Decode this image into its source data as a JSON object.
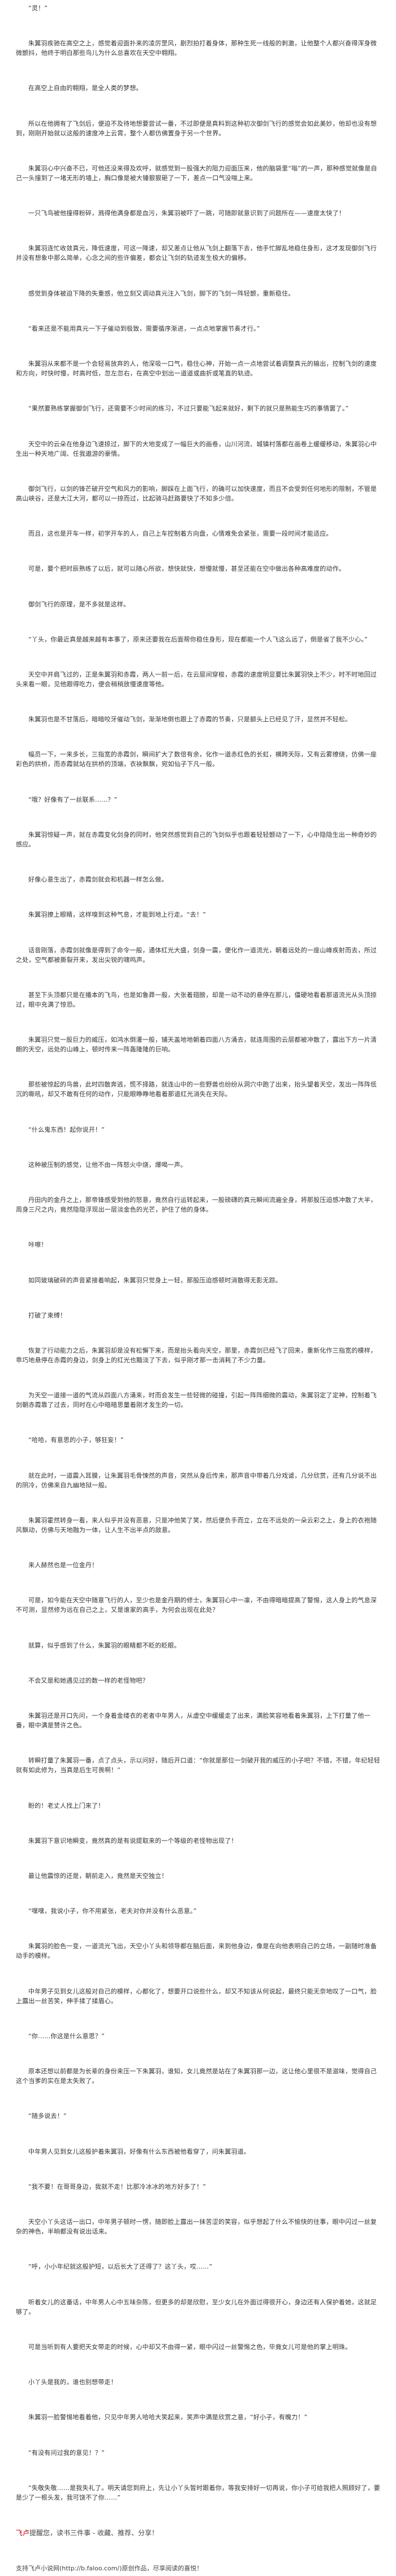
{
  "article": {
    "paragraphs": [
      "“灵！”",
      "朱翼羽疾驰在高空之上，感觉着迎面扑来的凌厉罡风，剧烈拍打着身体，那种生死一线般的刺激，让他整个人都兴奋得浑身微微颤抖，他终于明白那些鸟儿为什么总喜欢在天空中翱翔。",
      "在高空上自由的翱翔，是全人类的梦想。",
      "所以在他拥有了飞剑后，便迫不及待地想要尝试一番，不过即便是真料到这种初次御剑飞行的感觉会如此美妙，他却也没有想到，刚刚开始就以这般的速度冲上云霄，整个人都仿佛置身于另一个世界。",
      "朱翼羽心中兴奋不已，可他还没来得及欢呼，就感觉到一股强大的阻力迎面压来，他的脑袋里“嗡”的一声，那种感觉就像是自己一头撞到了一堵无形的墙上，胸口像是被大锤狠狠砸了一下，差点一口气没喘上来。",
      "一只飞鸟被他撞得粉碎，溅得他满身都是血污，朱翼羽被吓了一跳，可随即就意识到了问题所在——速度太快了！",
      "朱翼羽连忙收敛真元，降低速度，可这一降速，却又差点让他从飞剑上翻落下去，他手忙脚乱地稳住身形，这才发现御剑飞行并没有想象中那么简单，心念之间的些许偏差，都会让飞剑的轨迹发生极大的偏移。",
      "感觉到身体被迫下降的失重感，他立刻又调动真元注入飞剑，脚下的飞剑一阵轻颤，重新稳住。",
      "“看来还是不能用真元一下子催动到极致，需要循序渐进，一点点地掌握节奏才行。”",
      "朱翼羽从来都不是一个会轻易放弃的人，他深吸一口气，稳住心神，开始一点一点地尝试着调整真元的输出，控制飞剑的速度和方向，时快时慢，时高时低，忽左忽右，在高空中划出一道道或曲折或笔直的轨迹。",
      "“果然要熟练掌握御剑飞行，还需要不少时间的练习，不过只要能飞起来就好，剩下的就只是熟能生巧的事情罢了。”",
      "天空中的云朵在他身边飞速掠过，脚下的大地变成了一幅巨大的画卷，山川河流、城镇村落都在画卷上缓缓移动，朱翼羽心中生出一种天地广阔、任我遨游的豪情。",
      "御剑飞行，以剑的锋芒破开空气和风力的影响，脚踩在上面飞行，的确可以加快速度，而且不会受到任何地形的限制，不管是高山峡谷，还是大江大河，都可以一掠而过，比起骑马赶路要快了不知多少倍。",
      "而且，这也是开车一样，初学开车的人，自己上车控制着方向盘，心情难免会紧张，需要一段时间才能适应。",
      "可是，要个把时辰熟练了以后，就可以随心所欲，想快就快，想慢就慢，甚至还能在空中做出各种高难度的动作。",
      "御剑飞行的原理，是不多就是这样。",
      "“丫头，你最近真是越来越有本事了，原来还要我在后面帮你稳住身形，现在都能一个人飞这么远了，倒是省了我不少心。”",
      "天空中并肩飞过的，正是朱翼羽和赤霞，两人一前一后，在云层间穿梭，赤霞的速度明显要比朱翼羽快上不少，时不时地回过头来看一眼，见他跟得吃力，便会稍稍放慢速度等他。",
      "朱翼羽也是不甘落后，暗暗咬牙催动飞剑，渐渐地倒也跟上了赤霞的节奏，只是额头上已经见了汗，显然并不轻松。",
      "幅员一下，一来多长，三指宽的赤霞剑，瞬间扩大了数倍有余，化作一道赤红色的长虹，横跨天际，又有云雾缭绕，仿佛一座彩色的拱桥，而赤霞就站在拱桥的顶端，衣袂飘飘，宛如仙子下凡一般。",
      "“哦？好像有了一丝联系……？”",
      "朱翼羽惊疑一声，就在赤霞变化剑身的同时，他突然感觉到自己的飞剑似乎也跟着轻轻颤动了一下，心中隐隐生出一种奇妙的感应。",
      "好像心意生出了，赤霞剑就会和机器一样怎么做。",
      "朱翼羽撩上眼睛，这样嗅到这种气息，才能到地上行走。“去！”",
      "话音刚落，赤霞剑就像是得到了命令一般，通体红光大盛，剑身一震，便化作一道流光，朝着远处的一座山峰疾射而去，所过之处，空气都被撕裂开来，发出尖锐的啸鸣声。",
      "甚至下头顶都只是在播本的飞鸟，也是如鲁莽一般，大张着翅膀，却是一动不动的悬停在那儿，僵硬地看着那道流光从头顶掠过，眼中充满了惊恐。",
      "朱翼羽只觉一股巨力的威压，如鸿水倒灌一般，铺天盖地地朝着四面八方涌去，就连周围的云层都被冲散了，露出下方一片清朗的天空，远处的山峰上，顿时传来一阵轰隆隆的巨响。",
      "那些被惊起的鸟兽，此时四散奔逃，慌不择路，就连山中的一些野兽也纷纷从洞穴中跑了出来，抬头望着天空，发出一阵阵低沉的嘶吼，却又不敢有任何的动作，只能眼睁睁地看着那道红光消失在天际。",
      "“什么鬼东西！起你说开！”",
      "这种被压制的感觉，让他不由一阵怒火中烧，爆喝一声。",
      "丹田内的金丹之上，那帝锋感受到他的怒意，竟然自行运转起来，一股磅礴的真元瞬间流遍全身，将那股压迫感冲散了大半，周身三尺之内，竟然隐隐浮现出一层淡金色的光芒，护住了他的身体。",
      "咔嚓！",
      "如同玻璃破碎的声音紧接着响起，朱翼羽只觉身上一轻，那股压迫感顿时消散得无影无踪。",
      "打破了束缚！",
      "恢复了行动能力之后，朱翼羽却是没有松懈下来，而是抬头看向天空，那里，赤霞剑已经飞了回来，重新化作三指宽的模样，乖巧地悬停在赤霞的身边，剑身上的红光也黯淡了下去，似乎刚才那一击消耗了不少力量。",
      "为天空一道接一道的气流从四面八方涌来，时而会发生一些轻微的碰撞，引起一阵阵细微的震动，朱翼羽定了定神，控制着飞剑朝赤霞靠了过去，同时在心中暗暗思量着刚才发生的一切。",
      "“哈哈，有意思的小子，够狂妄！”",
      "就在此时，一道震入耳膜，让朱翼羽毛骨悚然的声音，突然从身后传来，那声音中带着几分戏谑，几分欣赏，还有几分说不出的阴冷，仿佛来自九幽地狱一般。",
      "朱翼羽霍然转身一看，来人似乎并没有恶意，只是冲他笑了笑，然后便负手而立，立在不远处的一朵云彩之上，身上的衣袍随风飘动，仿佛与天地融为一体，让人生不出半点的敌意。",
      "来人赫然也是一位金丹！",
      "可是，如今能在天空中随意飞行的人，至少也是金丹期的修士，朱翼羽心中一凛，不由得暗暗提高了警惕，这人身上的气息深不可测，显然修为远在自己之上，又是谁家的高手，为何会出现在此处？",
      "就算，似乎感到了什么，朱翼羽的眼睛都不眨的眨眼。",
      "不会又是和她遇见过的数一样的老怪物吧？",
      "朱翼羽还是开口先问，一个身着金缕衣的老者中年男人，从虚空中缓缓走了出来，满脸笑容地看着朱翼羽，上下打量了他一番，眼中满是赞许之色。",
      "转瞬打量了朱翼羽一番，点了点头，示以问好，随后开口道：“你就是那位一剑破开我的威压的小子吧？不错，不错，年纪轻轻就有如此修为，当真是后生可畏啊！”",
      "盼的！老丈人找上门来了！",
      "朱翼羽下意识地瞬变，竟然真的是有说提取来的一个等级的老怪物出现了！",
      "最让他震惊的还是，朝前走入，竟然是天空独立！",
      "“嘿嘿，我说小子，你不用紧张，老夫对你并没有什么恶意。”",
      "朱翼羽的脸色一变，一道流光飞出，天空小丫头和领导都在脑后面，来到他身边，像是在向他表明自己的立场，一副随时准备动手的模样。",
      "中年男子见到女儿这般对自己的模样，心都化了，想要开口说些什么，却又不知该从何说起，最终只能无奈地叹了一口气，脸上露出一丝苦笑，伸手揉了揉眉心。",
      "“你……你这是什么意思？”",
      "原本还想以前都是为长辈的身份来压一下朱翼羽，谁知，女儿竟然是站在了朱翼羽那一边，这让他心里很不是滋味，觉得自己这个当爹的实在是太失败了。",
      "“随多说去！”",
      "中年男人见到女儿这般护着朱翼羽，好像有什么东西被他看穿了，问朱翼羽道。",
      "“我不要！在哥哥身边，我就不走！比那冷冰冰的地方好多了！”",
      "天空小丫头这话一出口，中年男子顿时一愣，随即脸上露出一抹苦涩的笑容，似乎想起了什么不愉快的往事，眼中闪过一丝复杂的神色，半晌都没有说出话来。",
      "“呼，小小年纪就这般护短，以后长大了还得了？这丫头，哎……”",
      "听着女儿的这番话，中年男人心中五味杂陈，但更多的却是欣慰，至少女儿在外面过得很开心，身边还有人保护着她，这就足够了。",
      "可是当听到有人要把天女带走的时候，心中却又不由得一紧，眼中闪过一丝警惕之色，毕竟女儿可是他的掌上明珠。",
      "小丫头是我的，谁也别想带走！",
      "朱翼羽一脸警惕地看着他，只见中年男人哈哈大笑起来，笑声中满是欣赏之意，“好小子，有魄力！”",
      "“有没有问过我的意见！？”",
      "“失敬失敬……是我失礼了。明天请您到府上，先让小丫头暂时跟着你，等我安排好一切再说，你小子可给我把人照顾好了，要是少了一根头发，我可饶不了你……”"
    ],
    "footer": {
      "prefix": "飞卢",
      "mid": "提醒您，读书三件事 - ",
      "actions": "收藏、推荐、分享！"
    },
    "source": "支持飞卢小说网(http://b.faloo.com/)原创作品，尽享阅读的喜悦！"
  }
}
